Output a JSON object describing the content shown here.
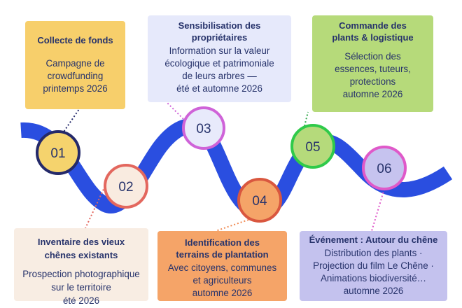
{
  "steps": [
    {
      "number": "01",
      "title": "Collecte de fonds",
      "lines": [
        "Campagne de",
        "crowdfunding",
        "printemps 2026"
      ],
      "fill": "#f5d36d",
      "ring": "#24296a",
      "connector": "#24296a"
    },
    {
      "number": "02",
      "title": "Inventaire des vieux chênes existants",
      "title_lines": [
        "Inventaire des vieux",
        "chênes existants"
      ],
      "lines": [
        "Prospection photographique",
        "sur le territoire",
        "été 2026"
      ],
      "fill": "#f9ebe0",
      "ring": "#e3675e",
      "connector": "#e3675e"
    },
    {
      "number": "03",
      "title": "Sensibilisation des propriétaires",
      "title_lines": [
        "Sensibilisation des",
        "propriétaires"
      ],
      "lines": [
        "Information sur la valeur",
        "écologique et patrimoniale",
        "de leurs arbres —",
        "été et automne 2026"
      ],
      "fill": "#e8eafb",
      "ring": "#cf63d8",
      "connector": "#cf63d8"
    },
    {
      "number": "04",
      "title": "Identification des terrains de plantation",
      "title_lines": [
        "Identification des",
        "terrains de plantation"
      ],
      "lines": [
        "Avec citoyens, communes",
        "et agriculteurs",
        "automne 2026"
      ],
      "fill": "#f5a468",
      "ring": "#d9573f",
      "connector": "#f08a52"
    },
    {
      "number": "05",
      "title": "Commande des plants & logistique",
      "title_lines": [
        "Commande des",
        "plants & logistique"
      ],
      "lines": [
        "Sélection des",
        "essences, tuteurs,",
        "protections",
        "automne 2026"
      ],
      "fill": "#b5da7b",
      "ring": "#2fca4a",
      "connector": "#2fa64a"
    },
    {
      "number": "06",
      "title": "Événement : Autour du chêne",
      "lines": [
        "Distribution des plants ·",
        "Projection du film Le Chêne ·",
        "Animations biodiversité…",
        "automne 2026"
      ],
      "fill": "#c6c3ef",
      "ring": "#df59c9",
      "connector": "#df59c9"
    }
  ],
  "palette": {
    "text": "#27336b",
    "wave": "#2a4ee0"
  }
}
